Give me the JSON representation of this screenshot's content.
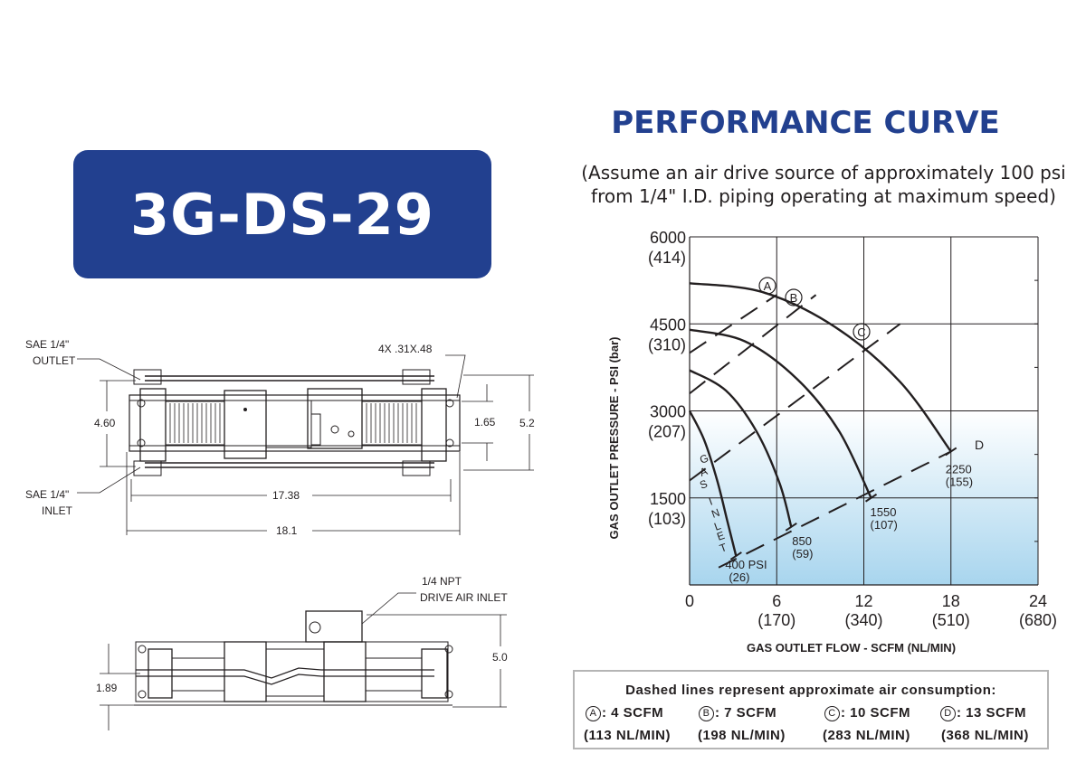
{
  "model": "3G-DS-29",
  "performance": {
    "title": "PERFORMANCE CURVE",
    "subtitle_line1": "(Assume an air drive source of approximately 100 psi",
    "subtitle_line2": "from 1/4\" I.D. piping operating at maximum speed)"
  },
  "chart_data": {
    "type": "line",
    "xlabel": "GAS OUTLET FLOW - SCFM (NL/MIN)",
    "ylabel": "GAS OUTLET PRESSURE - PSI (bar)",
    "xlim": [
      0,
      24
    ],
    "ylim": [
      0,
      6000
    ],
    "grid": true,
    "x_ticks": [
      {
        "value": 0,
        "label": "0",
        "sub": ""
      },
      {
        "value": 6,
        "label": "6",
        "sub": "(170)"
      },
      {
        "value": 12,
        "label": "12",
        "sub": "(340)"
      },
      {
        "value": 18,
        "label": "18",
        "sub": "(510)"
      },
      {
        "value": 24,
        "label": "24",
        "sub": "(680)"
      }
    ],
    "y_ticks": [
      {
        "value": 6000,
        "label": "6000",
        "sub": "(414)"
      },
      {
        "value": 4500,
        "label": "4500",
        "sub": "(310)"
      },
      {
        "value": 3000,
        "label": "3000",
        "sub": "(207)"
      },
      {
        "value": 1500,
        "label": "1500",
        "sub": "(103)"
      }
    ],
    "shaded_region": {
      "y_from": 0,
      "y_to": 3000,
      "color_top": "#ffffff",
      "color_bottom": "#a8d5ee"
    },
    "series": [
      {
        "name": "400 PSI",
        "label_sub": "(26)",
        "x": [
          0,
          1.0,
          1.9,
          2.6,
          3.2
        ],
        "y": [
          3000,
          2500,
          1800,
          1100,
          500
        ]
      },
      {
        "name": "850",
        "label_sub": "(59)",
        "x": [
          0,
          2.5,
          4.6,
          6.2,
          7.0
        ],
        "y": [
          3700,
          3350,
          2650,
          1750,
          1000
        ]
      },
      {
        "name": "1550",
        "label_sub": "(107)",
        "x": [
          0,
          3.8,
          7.4,
          10.3,
          12.5
        ],
        "y": [
          4400,
          4200,
          3550,
          2650,
          1500
        ]
      },
      {
        "name": "2250",
        "label_sub": "(155)",
        "x": [
          0,
          5.0,
          10.0,
          14.5,
          18.0
        ],
        "y": [
          5200,
          5050,
          4450,
          3500,
          2300
        ]
      }
    ],
    "air_consumption_lines": [
      {
        "name": "A",
        "x": [
          0,
          6.0
        ],
        "y": [
          4000,
          5000
        ]
      },
      {
        "name": "B",
        "x": [
          0,
          8.7
        ],
        "y": [
          3300,
          5000
        ]
      },
      {
        "name": "C",
        "x": [
          0,
          14.5
        ],
        "y": [
          1800,
          4500
        ]
      },
      {
        "name": "D",
        "x": [
          2.0,
          18.0
        ],
        "y": [
          300,
          2300
        ]
      }
    ],
    "annotations": {
      "gas_inlet_letters": [
        "G",
        "A",
        "S",
        "I",
        "N",
        "L",
        "E",
        "T"
      ],
      "markers": [
        "A",
        "B",
        "C",
        "D"
      ]
    }
  },
  "legend": {
    "title": "Dashed lines represent approximate air consumption:",
    "items": [
      {
        "marker": "A",
        "flow": ": 4 SCFM",
        "metric": "(113 NL/MIN)"
      },
      {
        "marker": "B",
        "flow": ": 7 SCFM",
        "metric": "(198 NL/MIN)"
      },
      {
        "marker": "C",
        "flow": ": 10 SCFM",
        "metric": "(283 NL/MIN)"
      },
      {
        "marker": "D",
        "flow": ": 13 SCFM",
        "metric": "(368 NL/MIN)"
      }
    ]
  },
  "drawing_top": {
    "outlet_label_1": "SAE 1/4\"",
    "outlet_label_2": "OUTLET",
    "inlet_label_1": "SAE 1/4\"",
    "inlet_label_2": "INLET",
    "mount_holes": "4X .31X.48",
    "dim_height_left": "4.60",
    "dim_small": "1.65",
    "dim_height_right": "5.2",
    "dim_inner_length": "17.38",
    "dim_total_length": "18.1"
  },
  "drawing_side": {
    "drive_label_1": "1/4 NPT",
    "drive_label_2": "DRIVE AIR INLET",
    "dim_height": "5.0",
    "dim_left": "1.89"
  },
  "colors": {
    "brand_blue": "#22408f",
    "shade_light": "#ffffff",
    "shade_dark": "#a8d5ee",
    "line": "#231f20"
  }
}
